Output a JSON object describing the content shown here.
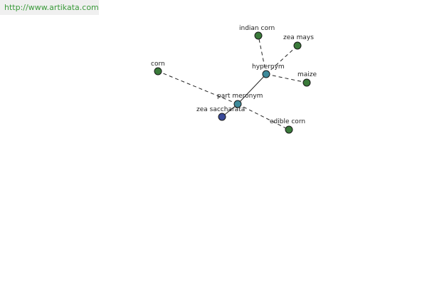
{
  "watermark": {
    "url_text": "http://www.artikata.com"
  },
  "colors": {
    "word_node": "#3a7a3a",
    "relation_node": "#3e8a9a",
    "root_node": "#3a4a9a"
  },
  "graph": {
    "nodes": [
      {
        "id": "zea_saccharata",
        "label": "zea saccharata",
        "kind": "root",
        "icon": "root-node-icon"
      },
      {
        "id": "hypernym",
        "label": "hypernym",
        "kind": "relation",
        "icon": "relation-node-icon"
      },
      {
        "id": "part_meronym",
        "label": "part meronym",
        "kind": "relation",
        "icon": "relation-node-icon"
      },
      {
        "id": "indian_corn",
        "label": "indian corn",
        "kind": "word",
        "icon": "word-node-icon"
      },
      {
        "id": "zea_mays",
        "label": "zea mays",
        "kind": "word",
        "icon": "word-node-icon"
      },
      {
        "id": "maize",
        "label": "maize",
        "kind": "word",
        "icon": "word-node-icon"
      },
      {
        "id": "corn",
        "label": "corn",
        "kind": "word",
        "icon": "word-node-icon"
      },
      {
        "id": "edible_corn",
        "label": "edible corn",
        "kind": "word",
        "icon": "word-node-icon"
      }
    ],
    "edges": [
      {
        "from": "zea_saccharata",
        "to": "part_meronym",
        "style": "solid"
      },
      {
        "from": "part_meronym",
        "to": "hypernym",
        "style": "solid"
      },
      {
        "from": "hypernym",
        "to": "indian_corn",
        "style": "dashed"
      },
      {
        "from": "hypernym",
        "to": "zea_mays",
        "style": "dashed"
      },
      {
        "from": "hypernym",
        "to": "maize",
        "style": "dashed"
      },
      {
        "from": "part_meronym",
        "to": "corn",
        "style": "dashed"
      },
      {
        "from": "part_meronym",
        "to": "edible_corn",
        "style": "dashed"
      }
    ]
  }
}
